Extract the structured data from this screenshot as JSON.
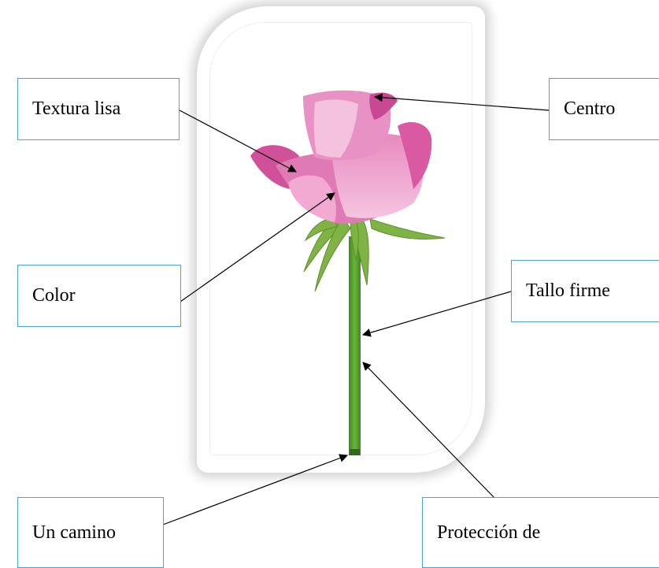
{
  "labels": {
    "textura": "Textura lisa",
    "centro": "Centro",
    "color": "Color",
    "tallo": "Tallo firme",
    "camino": "Un camino",
    "proteccion": "Protección de"
  },
  "colors": {
    "box_border": "#4aa3d6",
    "petal_dark": "#d0509a",
    "petal_light": "#ef9fcb",
    "stem": "#4e9a2a",
    "leaf": "#8ab94a"
  }
}
